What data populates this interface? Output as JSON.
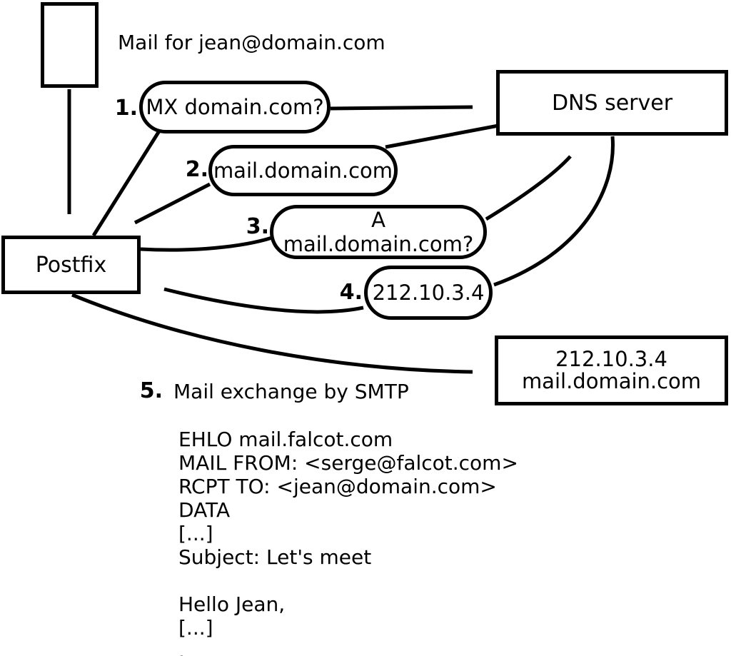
{
  "diagram": {
    "title_note": "Mail for jean@domain.com",
    "nodes": {
      "envelope": "",
      "postfix": "Postfix",
      "dns_server": "DNS server",
      "result_box": {
        "line1": "212.10.3.4",
        "line2": "mail.domain.com"
      }
    },
    "steps": [
      {
        "num": "1.",
        "label": "MX domain.com?"
      },
      {
        "num": "2.",
        "label": "mail.domain.com"
      },
      {
        "num": "3.",
        "label": "A mail.domain.com?"
      },
      {
        "num": "4.",
        "label": "212.10.3.4"
      },
      {
        "num": "5.",
        "label": "Mail exchange by SMTP"
      }
    ],
    "smtp_session": {
      "text": "EHLO mail.falcot.com\nMAIL FROM: <serge@falcot.com>\nRCPT TO: <jean@domain.com>\nDATA\n[...]\nSubject: Let's meet\n\nHello Jean,\n[...]\n."
    },
    "colors": {
      "stroke": "#000000",
      "background": "#ffffff"
    }
  }
}
